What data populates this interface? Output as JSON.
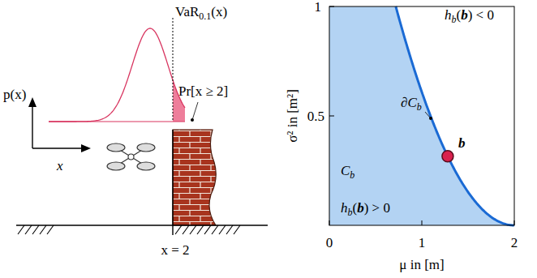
{
  "diagram": {
    "labels": [
      "VaR",
      "0.1",
      "(x)",
      "p(x)",
      "Pr[x ≥ 2]",
      "x",
      "x = 2",
      "1",
      "0.5",
      "0",
      "1",
      "2",
      "σ² in [m²]",
      "μ in [m]",
      "h",
      "b",
      "(",
      "b",
      ") < 0",
      "∂C",
      "b",
      "b",
      "C",
      "b",
      "h",
      "b",
      "(",
      "b",
      ") > 0"
    ]
  }
}
